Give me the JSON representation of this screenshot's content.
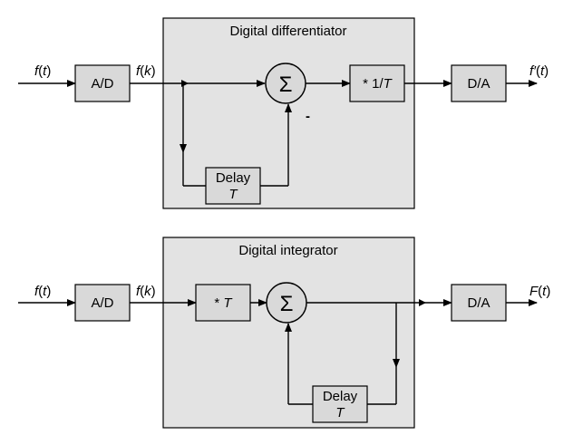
{
  "differentiator": {
    "title": "Digital differentiator",
    "input_signal": {
      "name": "f",
      "arg": "t"
    },
    "adc_label": "A/D",
    "sampled_signal": {
      "name": "f",
      "arg": "k"
    },
    "delay_line1": "Delay",
    "delay_line2": "T",
    "sum_symbol": "Σ",
    "minus_sign": "-",
    "scale_prefix": "* 1/",
    "scale_var": "T",
    "dac_label": "D/A",
    "output_signal": {
      "name": "f′",
      "arg": "t"
    }
  },
  "integrator": {
    "title": "Digital integrator",
    "input_signal": {
      "name": "f",
      "arg": "t"
    },
    "adc_label": "A/D",
    "sampled_signal": {
      "name": "f",
      "arg": "k"
    },
    "scale_prefix": "* ",
    "scale_var": "T",
    "sum_symbol": "Σ",
    "delay_line1": "Delay",
    "delay_line2": "T",
    "dac_label": "D/A",
    "output_signal": {
      "name": "F",
      "arg": "t"
    }
  }
}
